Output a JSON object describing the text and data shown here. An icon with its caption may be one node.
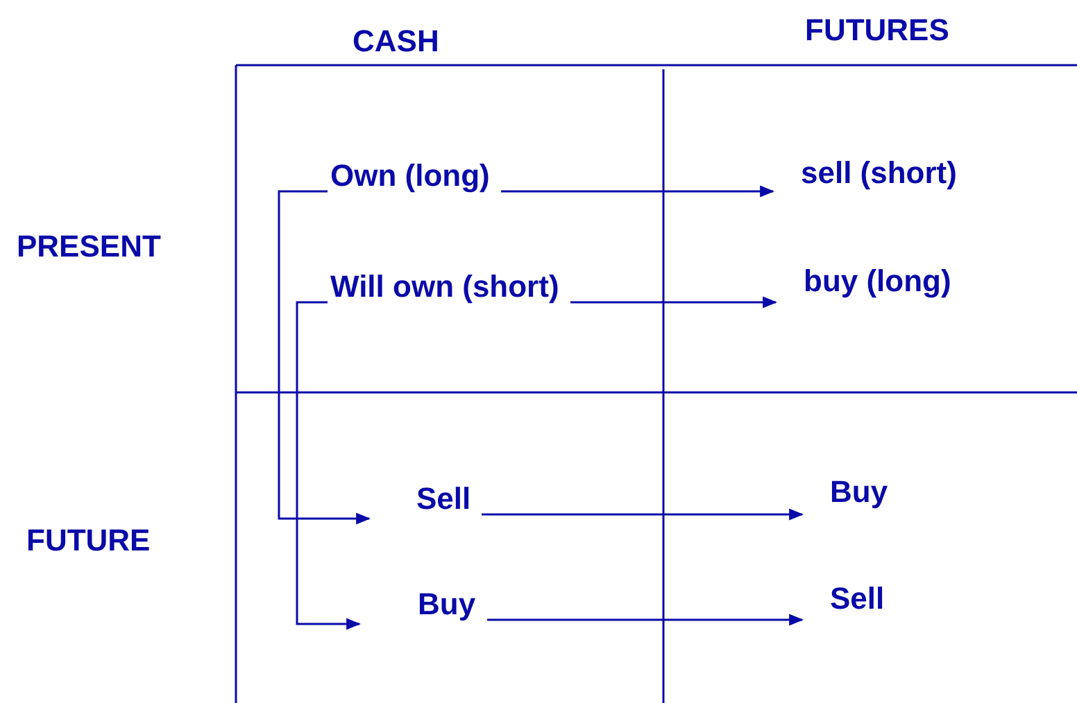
{
  "diagram": {
    "nodes": [
      {
        "text": [
          "Own (long)"
        ]
      },
      {
        "text": [
          "sell (short)"
        ]
      },
      {
        "text": [
          "Will own (short)"
        ]
      },
      {
        "text": [
          "buy (long)"
        ]
      },
      {
        "text": [
          "Sell"
        ]
      },
      {
        "text": [
          "Buy"
        ]
      },
      {
        "text": [
          "Buy"
        ]
      },
      {
        "text": [
          "Sell"
        ]
      }
    ],
    "edges": [
      {
        "from": 0,
        "to": 1,
        "arrow": "to"
      },
      {
        "from": 2,
        "to": 3,
        "arrow": "to"
      },
      {
        "from": 0,
        "to": 4,
        "arrow": "to"
      },
      {
        "from": 2,
        "to": 6,
        "arrow": "to"
      },
      {
        "from": 4,
        "to": 5,
        "arrow": "to"
      },
      {
        "from": 6,
        "to": 7,
        "arrow": "to"
      }
    ],
    "labels": [
      "CASH",
      "FUTURES",
      "PRESENT",
      "FUTURE"
    ]
  }
}
